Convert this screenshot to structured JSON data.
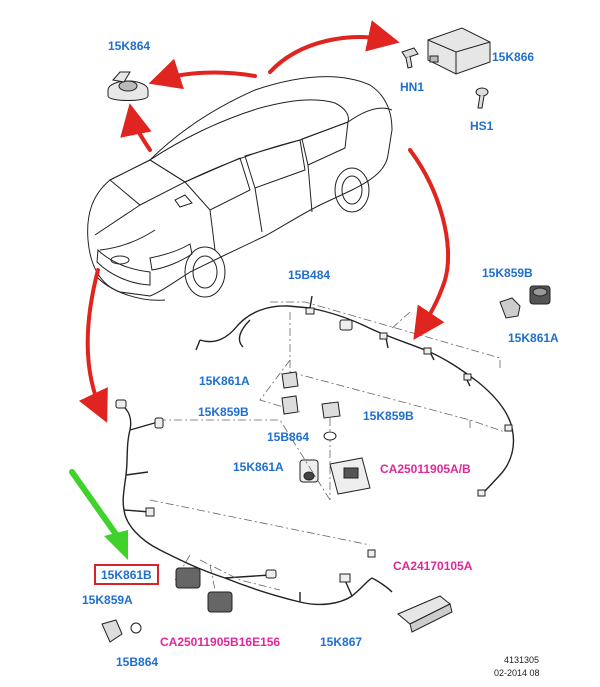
{
  "labels": {
    "top_left_sensor": "15K864",
    "module": "15K866",
    "hn1": "HN1",
    "hs1": "HS1",
    "rear_harness": "15B484",
    "rear_right_pdc_bracket": "15K859B",
    "rear_right_sensor": "15K861A",
    "rear_center_sensor": "15K861A",
    "rear_center_bracket_left": "15K859B",
    "rear_center_bracket_right": "15K859B",
    "ring": "15B864",
    "front_sensor_a": "15K861A",
    "camera_code": "CA25011905A/B",
    "camera_strip_code": "CA24170105A",
    "highlighted_part": "15K861B",
    "front_bracket": "15K859A",
    "front_bottom_code": "CA25011905B16E156",
    "front_harness": "15K867",
    "front_ring": "15B864"
  },
  "reference": {
    "drawing_number": "4131305",
    "date": "02-2014 08"
  },
  "colors": {
    "label_blue": "#1f6fd0",
    "label_magenta": "#e0289a",
    "arrow_red": "#e0241f",
    "arrow_green": "#3ed22a",
    "highlight_box": "#d8232a"
  }
}
